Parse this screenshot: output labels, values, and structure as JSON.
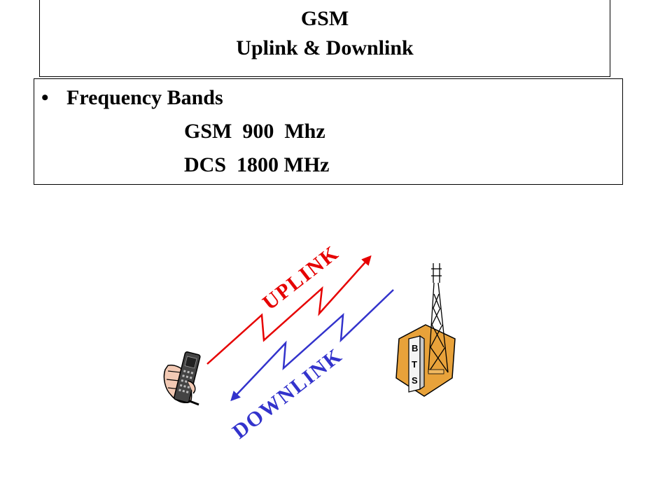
{
  "header": {
    "title_line1": "GSM",
    "title_line2": "Uplink & Downlink"
  },
  "content": {
    "bullet_symbol": "•",
    "bullet_heading": "Frequency Bands",
    "bands": [
      "GSM  900  Mhz",
      "DCS  1800 MHz"
    ]
  },
  "diagram": {
    "uplink_label": "UPLINK",
    "downlink_label": "DOWNLINK",
    "bts_letters": [
      "B",
      "T",
      "S"
    ],
    "colors": {
      "uplink": "#e60000",
      "downlink": "#3333cc",
      "bts_base": "#e8a23a"
    }
  }
}
